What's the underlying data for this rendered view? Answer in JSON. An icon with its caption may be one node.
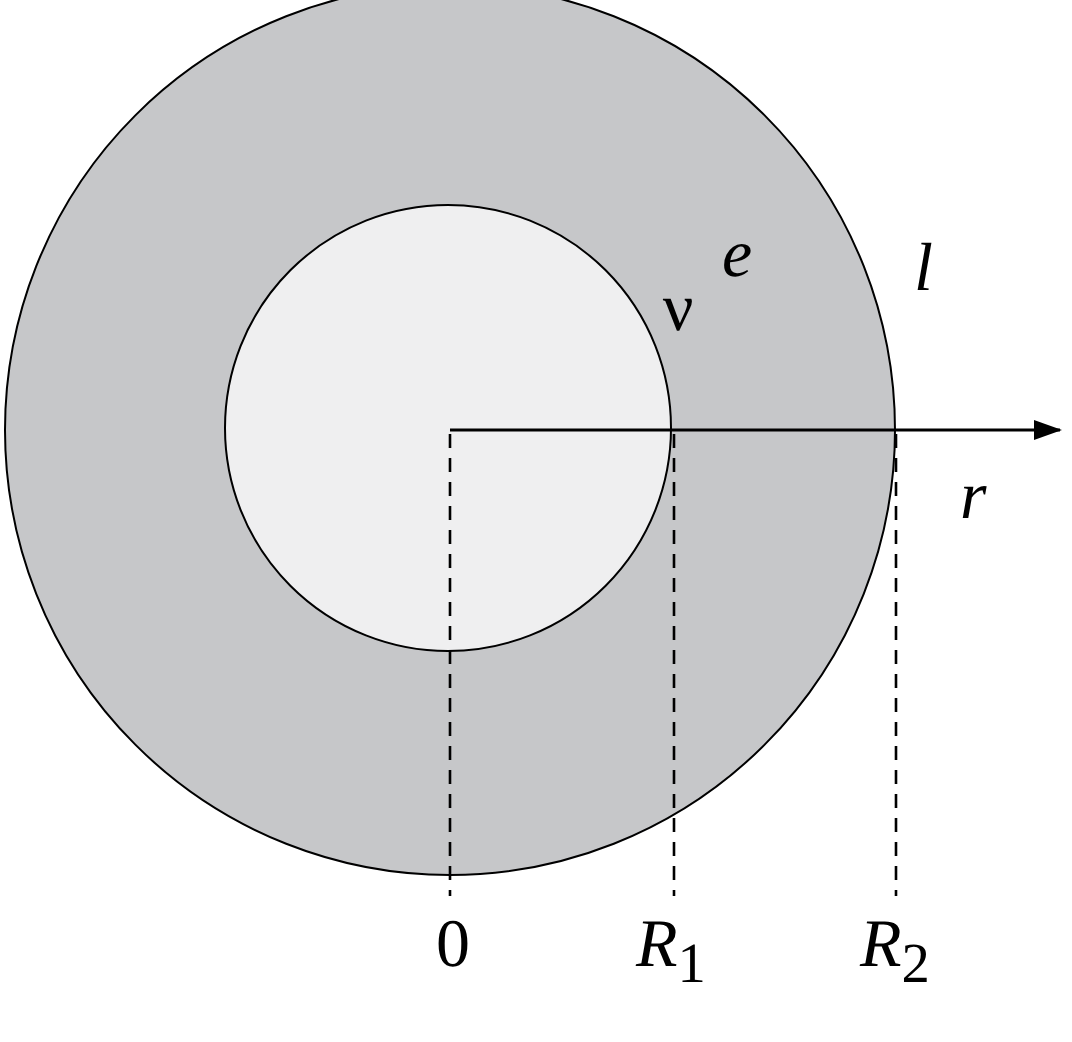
{
  "diagram": {
    "nodes": [
      {
        "text": [
          "e"
        ]
      },
      {
        "text": [
          "ν"
        ],
        "in": 0
      }
    ],
    "labels": [
      "l",
      "r",
      "0",
      "R$_{1}$",
      "R$_{2}$"
    ]
  }
}
